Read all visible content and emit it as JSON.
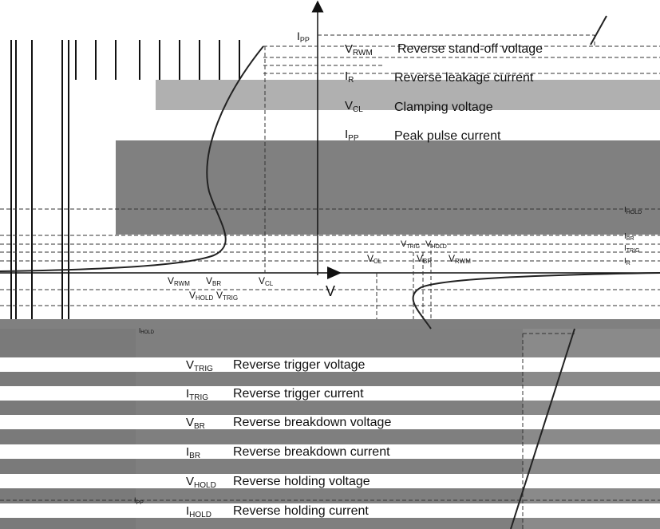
{
  "diagram": {
    "axis_labels": {
      "current": "I",
      "current_sub": "PP",
      "voltage": "V"
    },
    "legend_top": [
      {
        "symbol": "V",
        "sub": "RWM",
        "description": "Reverse stand-off voltage"
      },
      {
        "symbol": "I",
        "sub": "R",
        "description": "Reverse leakage current"
      },
      {
        "symbol": "V",
        "sub": "CL",
        "description": "Clamping voltage"
      },
      {
        "symbol": "I",
        "sub": "PP",
        "description": "Peak pulse current"
      }
    ],
    "legend_bottom": [
      {
        "symbol": "V",
        "sub": "TRIG",
        "description": "Reverse trigger voltage"
      },
      {
        "symbol": "I",
        "sub": "TRIG",
        "description": "Reverse trigger current"
      },
      {
        "symbol": "V",
        "sub": "BR",
        "description": "Reverse breakdown voltage"
      },
      {
        "symbol": "I",
        "sub": "BR",
        "description": "Reverse breakdown current"
      },
      {
        "symbol": "V",
        "sub": "HOLD",
        "description": "Reverse holding voltage"
      },
      {
        "symbol": "I",
        "sub": "HOLD",
        "description": "Reverse holding current"
      }
    ],
    "left_axis_labels": {
      "row1": [
        {
          "symbol": "V",
          "sub": "RWM"
        },
        {
          "symbol": "V",
          "sub": "BR"
        },
        {
          "symbol": "V",
          "sub": "CL"
        }
      ],
      "row2": [
        {
          "symbol": "V",
          "sub": "HOLD"
        },
        {
          "symbol": "V",
          "sub": "TRIG"
        }
      ]
    },
    "right_axis_labels": {
      "row1": [
        {
          "symbol": "V",
          "sub": "TRIG"
        },
        {
          "symbol": "V",
          "sub": "HOLD"
        }
      ],
      "row2": [
        {
          "symbol": "V",
          "sub": "CL"
        },
        {
          "symbol": "V",
          "sub": "BR"
        },
        {
          "symbol": "V",
          "sub": "RWM"
        }
      ]
    },
    "right_current_labels": [
      {
        "symbol": "I",
        "sub": "HOLD"
      },
      {
        "symbol": "I",
        "sub": "BR"
      },
      {
        "symbol": "I",
        "sub": "TRIG"
      },
      {
        "symbol": "I",
        "sub": "R"
      }
    ],
    "bottom_current_label": {
      "symbol": "I",
      "sub": "PP"
    },
    "bottom_hold_label": {
      "symbol": "I",
      "sub": "HOLD"
    }
  }
}
